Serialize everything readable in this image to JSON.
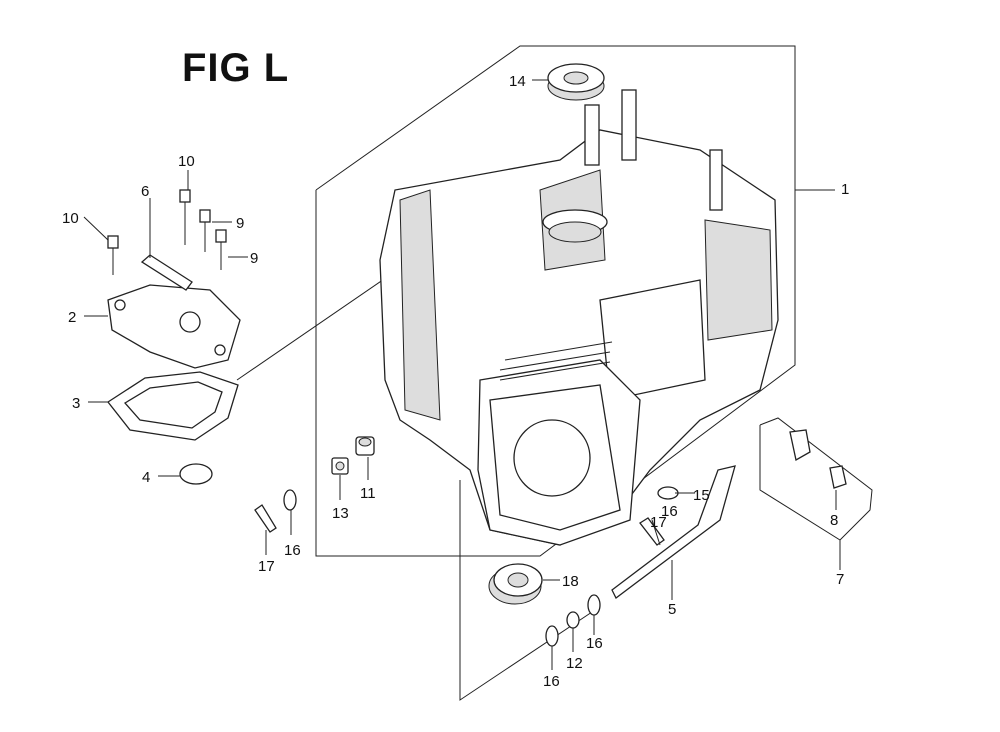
{
  "figure": {
    "title": "FIG L"
  },
  "callouts": [
    "1",
    "2",
    "3",
    "4",
    "5",
    "6",
    "7",
    "8",
    "9",
    "9",
    "10",
    "10",
    "11",
    "12",
    "13",
    "14",
    "15",
    "16",
    "16",
    "16",
    "16",
    "17",
    "17",
    "18"
  ]
}
